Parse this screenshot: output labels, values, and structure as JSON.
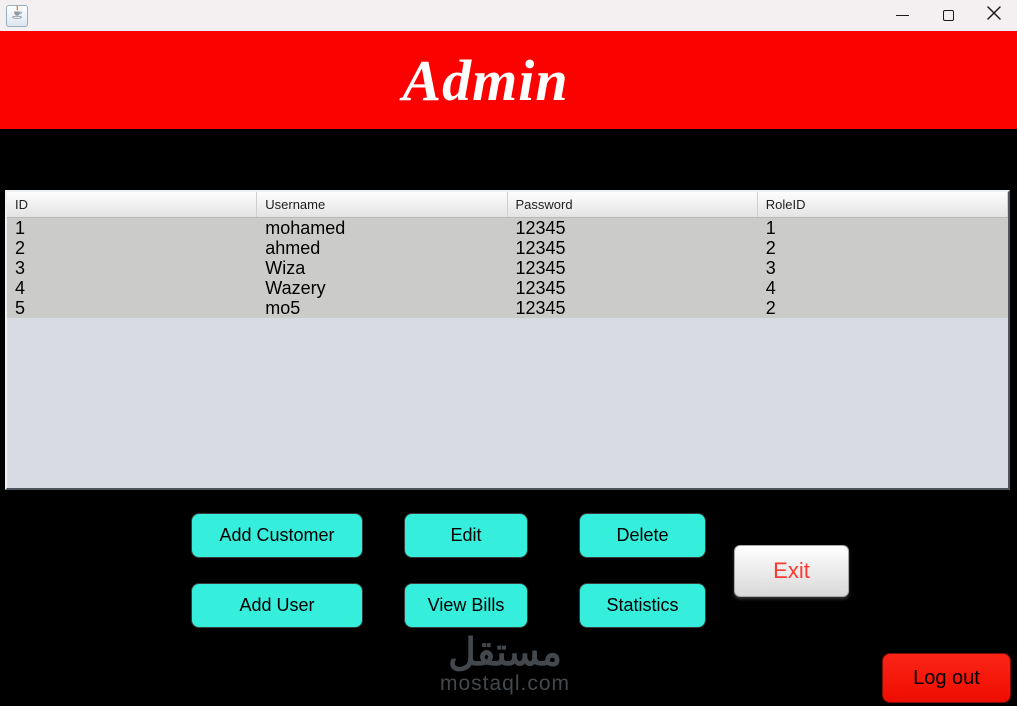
{
  "window": {
    "app_icon": "java-coffee-cup-icon",
    "controls": {
      "minimize": "minimize",
      "maximize": "maximize",
      "close": "close"
    }
  },
  "header": {
    "title": "Admin"
  },
  "table": {
    "columns": [
      "ID",
      "Username",
      "Password",
      "RoleID"
    ],
    "rows": [
      [
        "1",
        "mohamed",
        "12345",
        "1"
      ],
      [
        "2",
        "ahmed",
        "12345",
        "2"
      ],
      [
        "3",
        "Wiza",
        "12345",
        "3"
      ],
      [
        "4",
        "Wazery",
        "12345",
        "4"
      ],
      [
        "5",
        "mo5",
        "12345",
        "2"
      ]
    ]
  },
  "buttons": {
    "add_customer": "Add Customer",
    "edit": "Edit",
    "delete": "Delete",
    "add_user": "Add User",
    "view_bills": "View Bills",
    "statistics": "Statistics",
    "exit": "Exit",
    "log_out": "Log out"
  },
  "watermark": {
    "arabic": "مستقل",
    "domain": "mostaql.com"
  },
  "colors": {
    "banner_red": "#fb0200",
    "button_cyan": "#35eedc",
    "logout_red": "#f21203",
    "exit_text_red": "#fb3a33",
    "table_row_gray": "#cbcbca",
    "table_empty_bg": "#d8dbe2",
    "background": "#000000",
    "titlebar_bg": "#f4f0f1"
  }
}
